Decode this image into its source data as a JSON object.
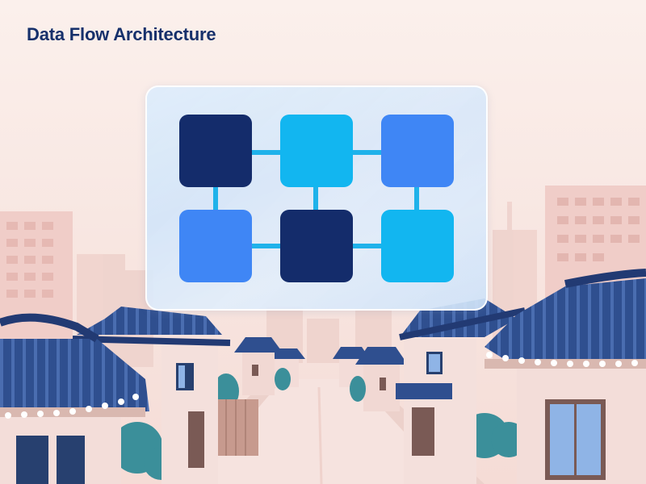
{
  "title": "Data Flow Architecture",
  "colors": {
    "navy": "#142c6b",
    "cyan": "#12b6f0",
    "blue": "#3f86f5",
    "connector": "#1fb2ea"
  },
  "diagram": {
    "nodes": [
      {
        "id": "node-1",
        "color": "#142c6b"
      },
      {
        "id": "node-2",
        "color": "#12b6f0"
      },
      {
        "id": "node-3",
        "color": "#3f86f5"
      },
      {
        "id": "node-4",
        "color": "#3f86f5"
      },
      {
        "id": "node-5",
        "color": "#142c6b"
      },
      {
        "id": "node-6",
        "color": "#12b6f0"
      }
    ]
  }
}
